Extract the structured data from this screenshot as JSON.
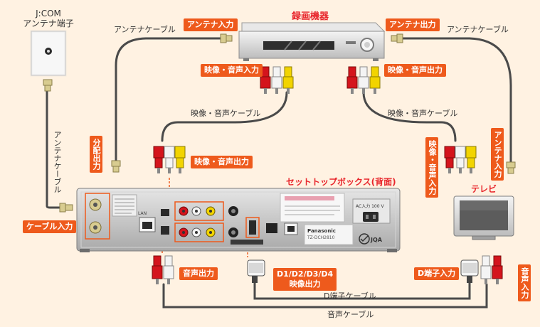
{
  "jcom_terminal": {
    "line1": "J:COM",
    "line2": "アンテナ端子"
  },
  "recorder": {
    "title": "録画機器"
  },
  "stb": {
    "title": "セットトップボックス(背面)"
  },
  "tv": {
    "title": "テレビ"
  },
  "labels": {
    "antenna_cable_left": "アンテナケーブル",
    "antenna_cable_right": "アンテナケーブル",
    "antenna_cable_vertical": "アンテナケーブル",
    "av_cable_left": "映像・音声ケーブル",
    "av_cable_right": "映像・音声ケーブル",
    "d_cable": "D端子ケーブル",
    "audio_cable": "音声ケーブル"
  },
  "tags": {
    "antenna_in": "アンテナ入力",
    "antenna_out": "アンテナ出力",
    "av_in": "映像・音声入力",
    "av_out_recorder": "映像・音声出力",
    "av_out_stb": "映像・音声出力",
    "splitter_out": "分配出力",
    "cable_in": "ケーブル入力",
    "audio_out": "音声出力",
    "d_out_line1": "D1/D2/D3/D4",
    "d_out_line2": "映像出力",
    "d_in": "D端子入力",
    "tv_av_in": "映像・音声入力",
    "tv_antenna_in": "アンテナ入力",
    "tv_audio_in": "音声入力"
  },
  "panel": {
    "brand": "Panasonic",
    "model": "TZ-DCH2810",
    "ac_label": "AC入力 100 V",
    "jqa": "JQA"
  },
  "colors": {
    "tag_bg": "#ee5a1c",
    "title_red": "#e8262c",
    "cable": "#4a4a4a",
    "rca_red": "#d4141c",
    "rca_white": "#f4f4f4",
    "rca_yellow": "#f2d400",
    "connector_gold": "#d8cc90"
  }
}
